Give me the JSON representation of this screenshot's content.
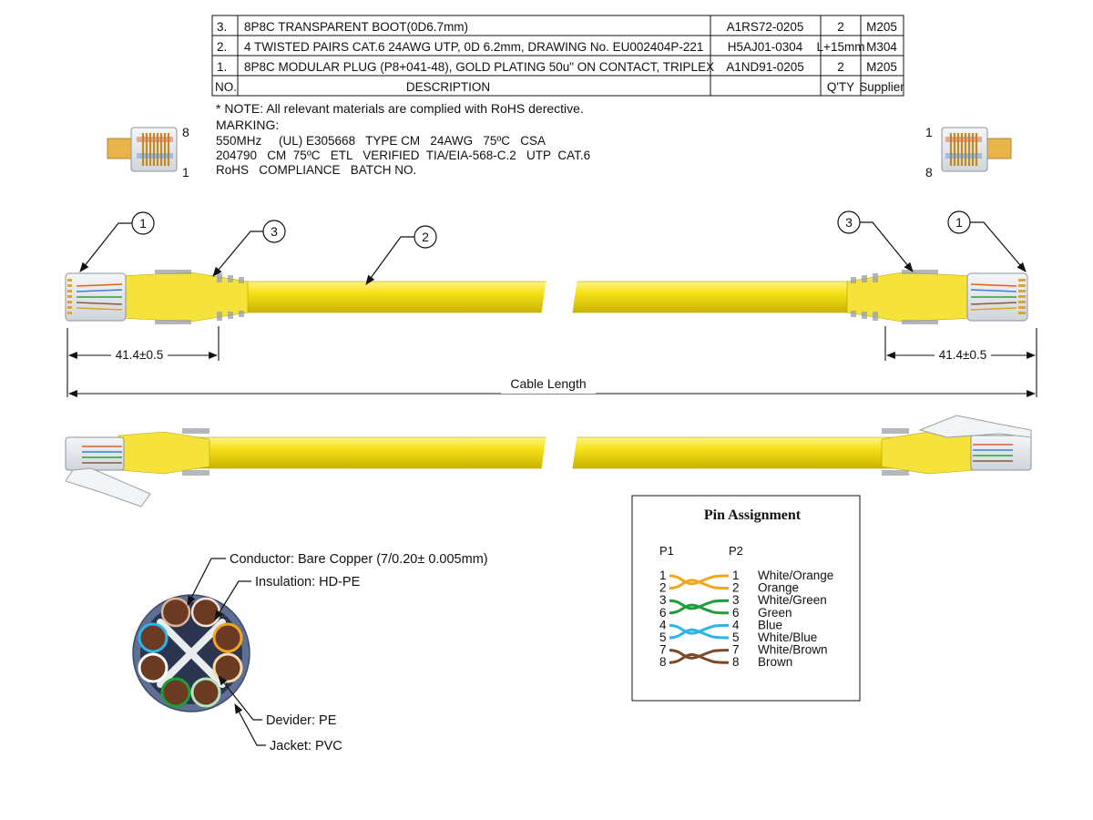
{
  "bom": {
    "rows": [
      {
        "no": "3.",
        "description": "8P8C TRANSPARENT BOOT(0D6.7mm)",
        "part": "A1RS72-0205",
        "qty": "2",
        "supplier": "M205"
      },
      {
        "no": "2.",
        "description": "4 TWISTED PAIRS CAT.6 24AWG UTP, 0D 6.2mm, DRAWING No. EU002404P-221",
        "part": "H5AJ01-0304",
        "qty": "L+15mm",
        "supplier": "M304"
      },
      {
        "no": "1.",
        "description": "8P8C MODULAR PLUG (P8+041-48), GOLD PLATING 50u\" ON CONTACT, TRIPLEX",
        "part": "A1ND91-0205",
        "qty": "2",
        "supplier": "M205"
      }
    ],
    "header": {
      "no": "NO.",
      "description": "DESCRIPTION",
      "part": "",
      "qty": "Q'TY",
      "supplier": "Supplier"
    }
  },
  "notes": {
    "note": "* NOTE: All relevant materials are complied with RoHS derective.",
    "marking_title": "MARKING:",
    "marking_lines": [
      "550MHz     (UL) E305668   TYPE CM   24AWG   75ºC   CSA",
      "204790   CM  75ºC   ETL   VERIFIED  TIA/EIA-568-C.2   UTP  CAT.6",
      "RoHS   COMPLIANCE   BATCH NO."
    ]
  },
  "plug_pins": {
    "left_top": "8",
    "left_bottom": "1",
    "right_top": "1",
    "right_bottom": "8"
  },
  "callouts": [
    "1",
    "3",
    "2",
    "3",
    "1"
  ],
  "dimensions": {
    "left": "41.4±0.5",
    "right": "41.4±0.5",
    "cable_length": "Cable Length"
  },
  "cross_section": {
    "conductor": "Conductor: Bare Copper (7/0.20± 0.005mm)",
    "insulation": "Insulation: HD-PE",
    "divider": "Devider: PE",
    "jacket": "Jacket: PVC"
  },
  "pin_assignment": {
    "title": "Pin Assignment",
    "p1": "P1",
    "p2": "P2",
    "rows": [
      {
        "p1": "1",
        "p2": "1",
        "name": "White/Orange"
      },
      {
        "p1": "2",
        "p2": "2",
        "name": "Orange"
      },
      {
        "p1": "3",
        "p2": "3",
        "name": "White/Green"
      },
      {
        "p1": "6",
        "p2": "6",
        "name": "Green"
      },
      {
        "p1": "4",
        "p2": "4",
        "name": "Blue"
      },
      {
        "p1": "5",
        "p2": "5",
        "name": "White/Blue"
      },
      {
        "p1": "7",
        "p2": "7",
        "name": "White/Brown"
      },
      {
        "p1": "8",
        "p2": "8",
        "name": "Brown"
      }
    ],
    "pair_colors": [
      "#f2a61c",
      "#1e9e3a",
      "#2bb5e8",
      "#7a4a2a"
    ]
  },
  "colors": {
    "cable": "#f7e21b",
    "cable_shade": "#d9c10a",
    "jacket": "#5e6f93",
    "conductor": "#6b3a22"
  }
}
